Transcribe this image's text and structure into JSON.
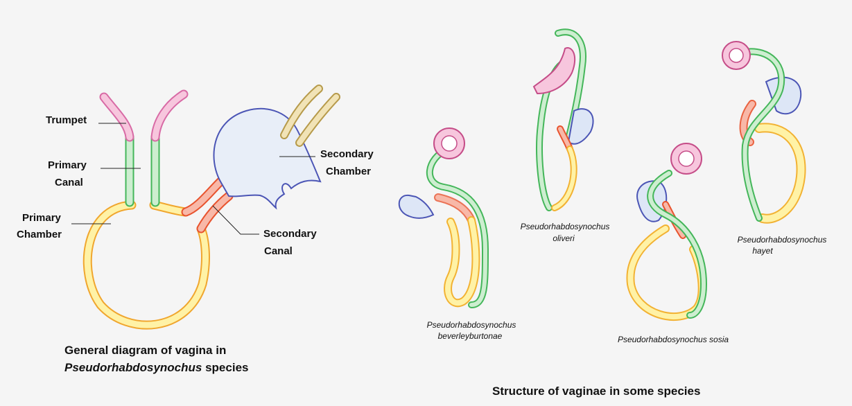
{
  "labels": {
    "trumpet": "Trumpet",
    "primary_canal_1": "Primary",
    "primary_canal_2": "Canal",
    "primary_chamber_1": "Primary",
    "primary_chamber_2": "Chamber",
    "secondary_chamber_1": "Secondary",
    "secondary_chamber_2": "Chamber",
    "secondary_canal_1": "Secondary",
    "secondary_canal_2": "Canal"
  },
  "captions": {
    "general_line1": "General diagram of vagina in",
    "general_genus": "Pseudorhabdosynochus",
    "general_suffix": " species",
    "structures": "Structure of vaginae in some species"
  },
  "species": {
    "beverley_1": "Pseudorhabdosynochus",
    "beverley_2": "beverleyburtonae",
    "oliveri_1": "Pseudorhabdosynochus",
    "oliveri_2": "oliveri",
    "sosia": "Pseudorhabdosynochus sosia",
    "hayet_1": "Pseudorhabdosynochus",
    "hayet_2": "hayet"
  },
  "colors": {
    "trumpet": "#e07ab0",
    "trumpet_fill": "#f7c6dd",
    "primary_canal": "#44b65a",
    "primary_canal_fill": "#cdeed0",
    "primary_chamber": "#f2b233",
    "primary_chamber_fill": "#fff2a6",
    "secondary_canal": "#e8532e",
    "secondary_canal_fill": "#f8b8a8",
    "secondary_chamber": "#4b55b5",
    "secondary_chamber_fill": "#dde6f6",
    "distal": "#b69a4a",
    "distal_fill": "#f1e3b6"
  }
}
